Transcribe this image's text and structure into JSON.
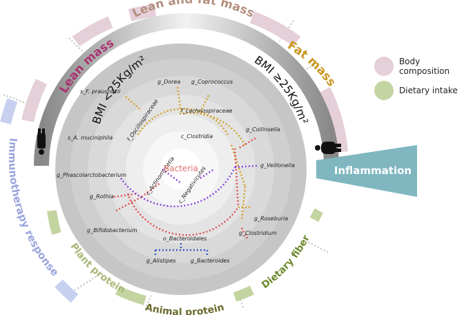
{
  "center_label": "Bacteria",
  "top_title": "Lean and fat mass",
  "lean_mass": "Lean mass",
  "fat_mass": "Fat mass",
  "bmi_low": "BMI <25Kg/m²",
  "bmi_high": "BMI ≥25Kg/m²",
  "immuno": "Immunotherapy response",
  "inflammation": "Inflammation",
  "plant_protein": "Plant protein",
  "animal_protein": "Animal protein",
  "dietary_fiber": "Dietary fiber",
  "legend": {
    "body_composition": "Body composition",
    "dietary_intake": "Dietary intake"
  },
  "colors": {
    "body_composition": "#e5cfd8",
    "dietary_intake": "#c4d4a1",
    "lean_mass": "#a8336f",
    "fat_mass": "#c8961d",
    "top_title": "#b38f80",
    "immuno": "#9aa5dc",
    "inflammation": "#7fb6c0",
    "diet_text": "#6d8a2e",
    "clostridia": "#d4a020",
    "negativicutes": "#8a44e0",
    "actinomycetia": "#e05050",
    "bacteroidales": "#3a55c8"
  },
  "taxa": {
    "sF_prausnitzii": "s_F. prausnitzii",
    "sA_muciniphila": "s_A. muciniphila",
    "g_Dorea": "g_Dorea",
    "g_Coprococcus": "g_Coprococcus",
    "f_Lachnospiraceae": "f_Lachnospiraceae",
    "f_Oscillospiraceae": "f_Oscillospiraceae",
    "c_Clostridia": "c_Clostridia",
    "g_Collinsella": "g_Collinsella",
    "g_Veillonella": "g_Veillonella",
    "c_Negativicutes": "c_Negativicutes",
    "c_Actinomycetia": "c_Actinomycetia",
    "g_Phascolarctobacterium": "g_Phascolarctobacterium",
    "g_Rothia": "g_Rothia",
    "g_Bifidobacterium": "g_Bifidobacterium",
    "g_Roseburia": "g_Roseburia",
    "g_Clostridium": "g_Clostridium",
    "o_Bacteroidales": "o_Bacteroidales",
    "g_Alistipes": "g_Alistipes",
    "g_Bacteroides": "g_Bacteroides"
  }
}
